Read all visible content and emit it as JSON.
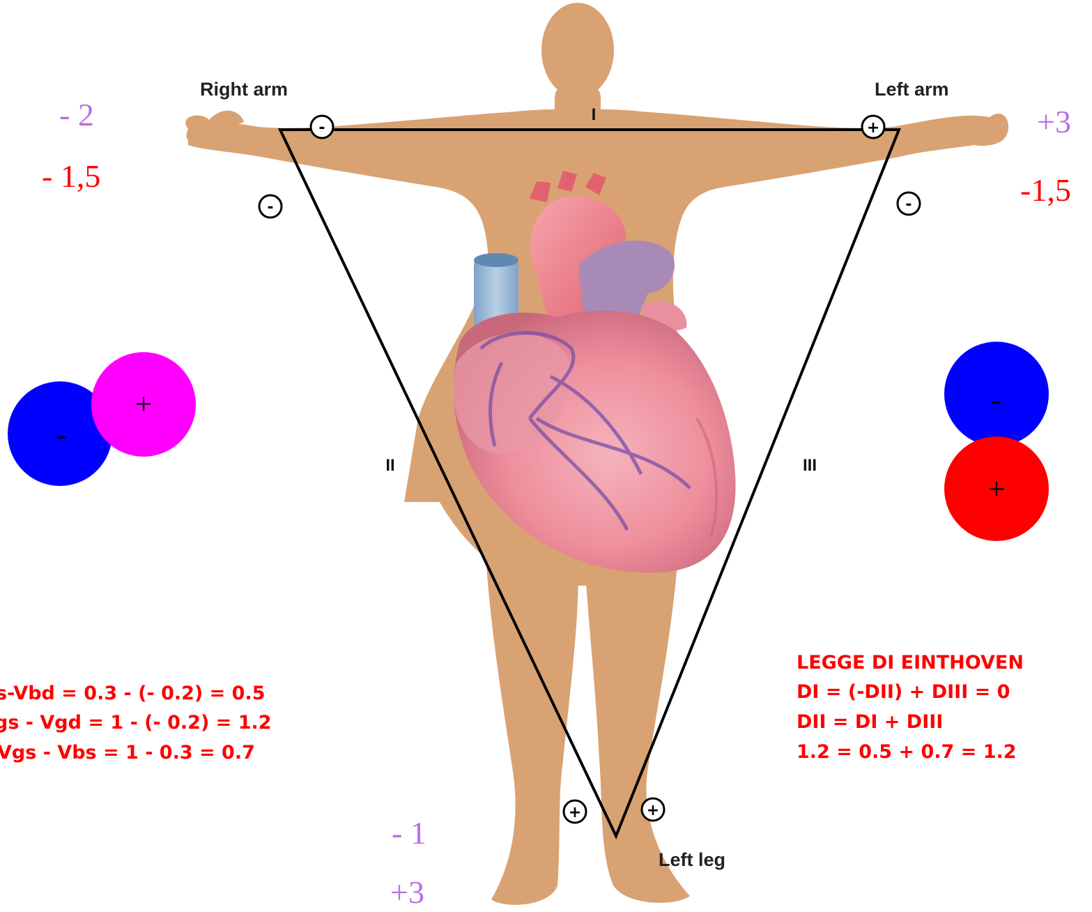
{
  "labels": {
    "right_arm": "Right arm",
    "left_arm": "Left arm",
    "left_leg": "Left leg",
    "lead_I": "I",
    "lead_II": "II",
    "lead_III": "III"
  },
  "electrode_signs": {
    "ra_lead_I": "-",
    "ra_lead_II": "-",
    "la_lead_I": "+",
    "la_lead_III": "-",
    "ll_lead_II": "+",
    "ll_lead_III": "+"
  },
  "values": {
    "right_arm_top": "- 2",
    "right_arm_bottom": "- 1,5",
    "left_arm_top": "+3",
    "left_arm_bottom": "-1,5",
    "left_leg_top": "- 1",
    "left_leg_bottom": "+3"
  },
  "dipoles": {
    "left": {
      "neg": "-",
      "pos": "+",
      "neg_color": "#0000ff",
      "pos_color": "#ff00ff"
    },
    "right": {
      "neg": "-",
      "pos": "+",
      "neg_color": "#0000ff",
      "pos_color": "#ff0000"
    }
  },
  "equations_left": [
    "s-Vbd = 0.3 - (- 0.2) = 0.5",
    "gs - Vgd = 1 - (- 0.2) = 1.2",
    "Vgs - Vbs = 1 - 0.3 = 0.7"
  ],
  "equations_right": [
    "LEGGE DI EINTHOVEN",
    "DI = (-DII) + DIII = 0",
    "DII = DI + DIII",
    "1.2 = 0.5 + 0.7 = 1.2"
  ],
  "colors": {
    "skin": "#d9a273",
    "violet": "#b96ee6",
    "red": "#ff0000",
    "heart": "#ee8e9c"
  }
}
